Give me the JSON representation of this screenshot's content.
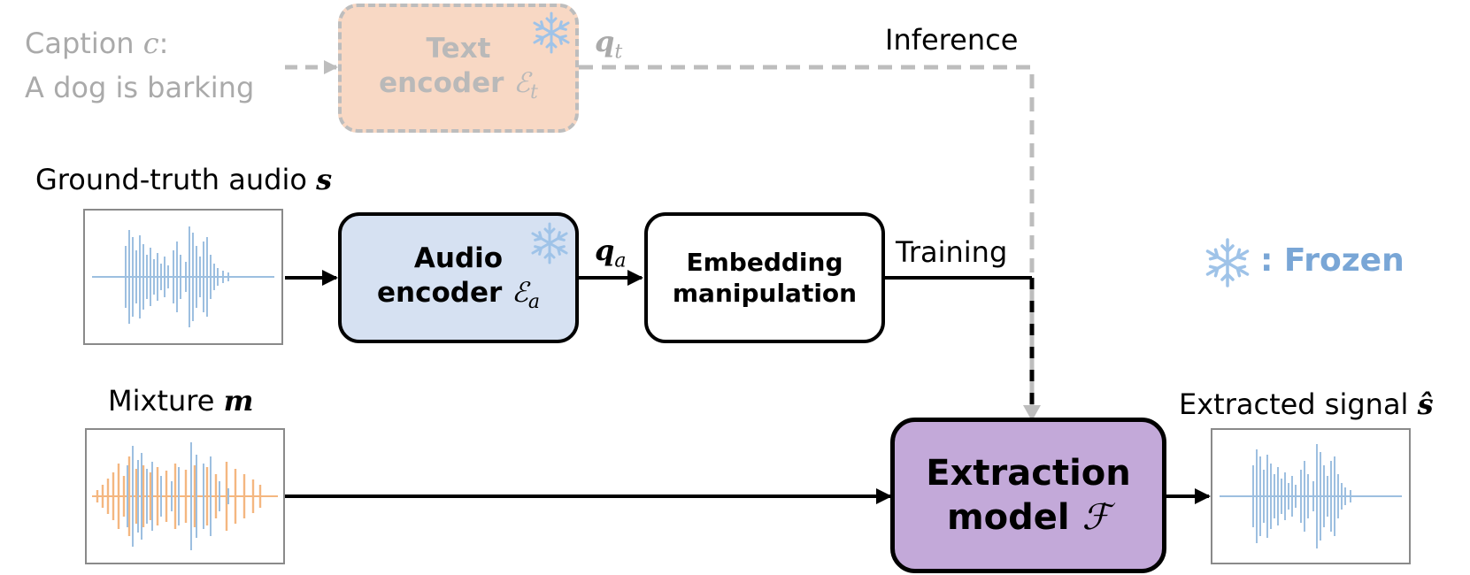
{
  "caption": {
    "line1": "Caption",
    "var": "c",
    "colon": ":",
    "line2": "A dog is barking"
  },
  "text_encoder": {
    "line1": "Text",
    "line2": "encoder",
    "symbol": "ℰ",
    "sub": "t"
  },
  "qt": {
    "main": "q",
    "sub": "t"
  },
  "inference_label": "Inference",
  "ground_truth": {
    "label": "Ground-truth audio",
    "var": "s"
  },
  "audio_encoder": {
    "line1": "Audio",
    "line2": "encoder",
    "symbol": "ℰ",
    "sub": "a"
  },
  "qa": {
    "main": "q",
    "sub": "a"
  },
  "embedding": {
    "line1": "Embedding",
    "line2": "manipulation"
  },
  "training_label": "Training",
  "frozen_legend": {
    "text": ": Frozen",
    "color": "#79a6d6",
    "icon": "snowflake-icon"
  },
  "mixture": {
    "label": "Mixture",
    "var": "m"
  },
  "extraction": {
    "line1": "Extraction",
    "line2": "model",
    "symbol": "ℱ"
  },
  "extracted": {
    "label": "Extracted signal",
    "var": "ŝ"
  },
  "colors": {
    "audio_wave": "#9dbfe0",
    "mixture_orange": "#f4b780",
    "text_box": "#f8d8c4",
    "audio_box": "#d6e1f2",
    "extract_box": "#c3a9d9"
  }
}
